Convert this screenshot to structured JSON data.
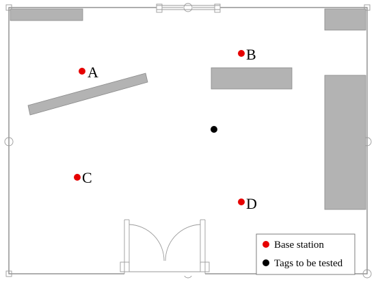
{
  "diagram": {
    "base_stations": [
      {
        "id": "A"
      },
      {
        "id": "B"
      },
      {
        "id": "C"
      },
      {
        "id": "D"
      }
    ],
    "tag": {
      "id": "tag"
    },
    "legend": {
      "base_station_label": "Base station",
      "tag_label": "Tags to be tested"
    },
    "colors": {
      "base_station": "#e60000",
      "tag": "#000000",
      "obstacle": "#b3b3b3",
      "wall": "#8c8c8c"
    }
  }
}
